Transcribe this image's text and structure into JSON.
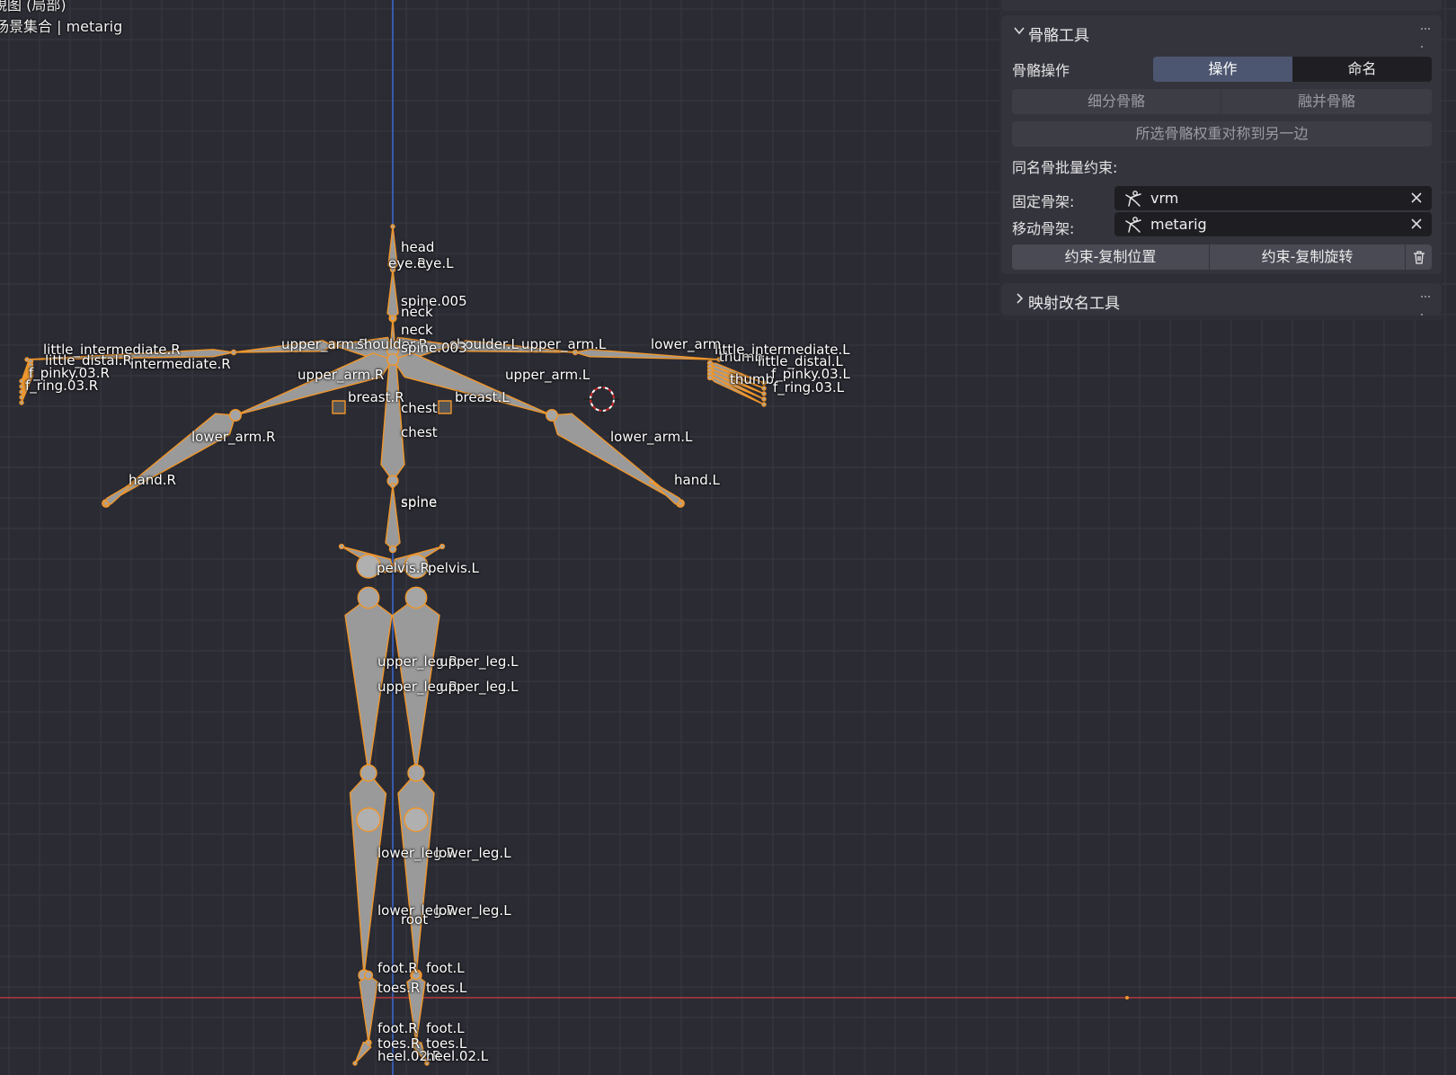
{
  "viewport": {
    "header_line1": "視图 (局部)",
    "header_line2": "场景集合 | metarig",
    "bone_labels": [
      "head",
      "eye.R",
      "eye.L",
      "spine.005",
      "neck",
      "neck",
      "upper_arm.R",
      "shoulder.R",
      "shoulder.L",
      "upper_arm.L",
      "spine.003",
      "upper_arm.R",
      "upper_arm.L",
      "breast.R",
      "breast.L",
      "chest",
      "chest",
      "lower_arm.R",
      "lower_arm.L",
      "hand.R",
      "hand.L",
      "spine",
      "spine",
      "pelvis.R",
      "pelvis.L",
      "upper_leg.R",
      "upper_leg.L",
      "upper_leg.R",
      "upper_leg.L",
      "lower_leg.R",
      "lower_leg.L",
      "lower_leg.R",
      "lower_leg.L",
      "root",
      "foot.R",
      "foot.L",
      "toes.R",
      "toes.L",
      "foot.R",
      "foot.L",
      "toes.R",
      "toes.L",
      "heel.02.R",
      "heel.02.L",
      "little_intermediate.R",
      "little_distal.R",
      "f_pinky.03.R",
      "f_ring.03.R",
      "intermediate.R",
      "thumb",
      "little_intermediate.L",
      "little_distal.L",
      "thumb",
      "f_pinky.03.L",
      "f_ring.03.L",
      "lower_arm"
    ]
  },
  "panels": {
    "bone_tools": {
      "title": "骨骼工具",
      "ops_label": "骨骼操作",
      "tab_operate": "操作",
      "tab_naming": "命名",
      "subdivide": "细分骨骼",
      "merge": "融并骨骼",
      "mirror_weights": "所选骨骼权重对称到另一边",
      "batch_constraint_label": "同名骨批量约束:",
      "fixed_label": "固定骨架:",
      "fixed_value": "vrm",
      "moving_label": "移动骨架:",
      "moving_value": "metarig",
      "copy_location": "约束-复制位置",
      "copy_rotation": "约束-复制旋转"
    },
    "mapping_rename": {
      "title": "映射改名工具"
    }
  },
  "colors": {
    "background": "#2b2b33",
    "grid": "#3a3a44",
    "z_axis": "#3a6bd6",
    "x_axis": "#b5383f",
    "bone_fill": "#9a9a9a",
    "bone_outline": "#f0962a",
    "active_tab": "#4d5670"
  },
  "icons": {
    "armature": "armature-icon",
    "clear": "close-icon",
    "delete": "trash-icon",
    "collapse": "chevron-down-icon",
    "expand": "chevron-right-icon"
  }
}
